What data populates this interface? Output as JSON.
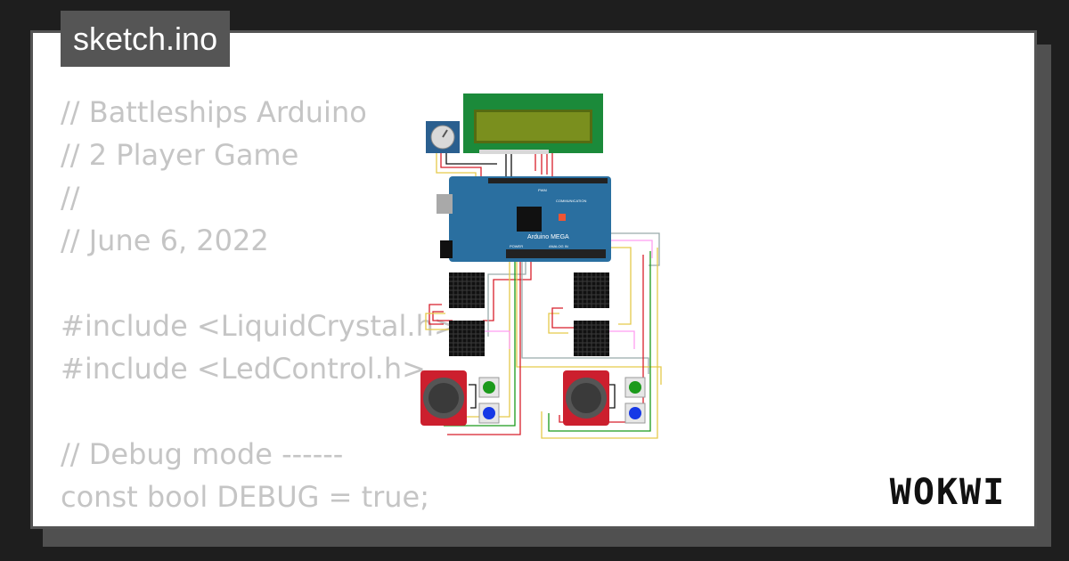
{
  "file_tab": {
    "label": "sketch.ino"
  },
  "code_lines": [
    "// Battleships Arduino",
    "// 2 Player Game",
    "//",
    "// June 6, 2022",
    "",
    "#include <LiquidCrystal.h>",
    "#include <LedControl.h>",
    "",
    "// Debug mode ------",
    "const bool DEBUG = true;"
  ],
  "board": {
    "name": "Arduino MEGA",
    "analog_label": "ANALOG IN",
    "comm_label": "COMMUNICATION",
    "power_label": "POWER",
    "pwm_label": "PWM"
  },
  "brand": {
    "logo_text": "WOKWI"
  },
  "colors": {
    "lcd_bezel": "#1b8a3a",
    "lcd_screen": "#7a8f1e",
    "mega_board": "#2a6fa0",
    "button_green": "#1b9a1b",
    "button_blue": "#1638e6",
    "joystick_red": "#cc1f2e"
  }
}
